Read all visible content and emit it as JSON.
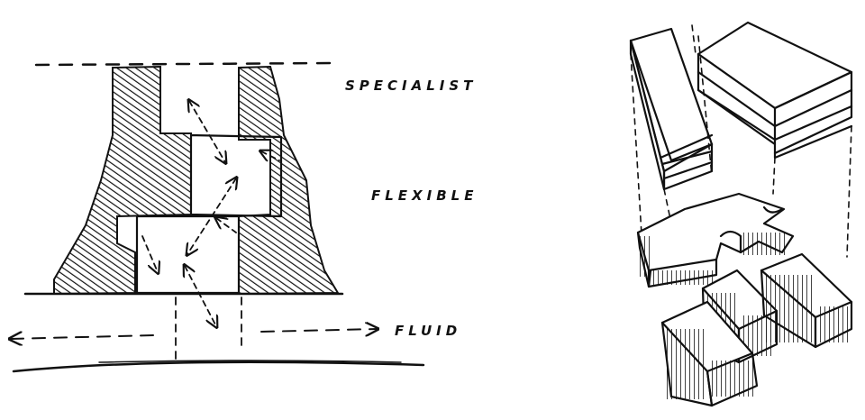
{
  "labels": {
    "specialist": "SPECIALIST",
    "flexible": "FLEXIBLE",
    "fluid": "FLUID"
  },
  "colors": {
    "ink": "#111111",
    "paper": "#ffffff"
  }
}
